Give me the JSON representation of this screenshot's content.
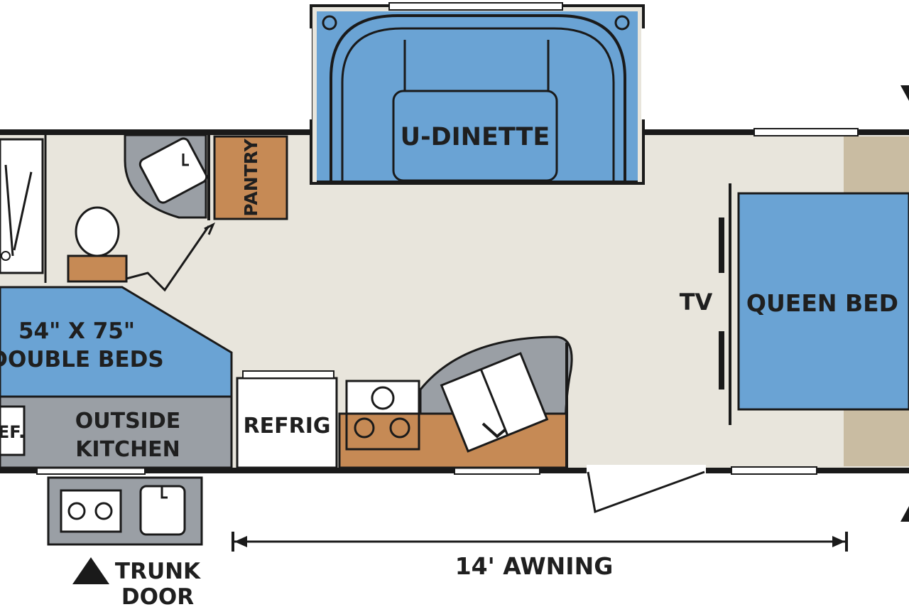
{
  "labels": {
    "u_dinette": "U-DINETTE",
    "pantry": "PANTRY",
    "queen_bed": "QUEEN BED",
    "tv": "TV",
    "bunk_size": "54\" X 75\"",
    "bunk_name": "DOUBLE BEDS",
    "outside_kitchen_line1": "OUTSIDE",
    "outside_kitchen_line2": "KITCHEN",
    "ref_partial": "EF.",
    "refrig": "REFRIG",
    "awning": "14' AWNING",
    "trunk_line1": "TRUNK",
    "trunk_line2": "DOOR"
  },
  "colors": {
    "bed_blue": "#6aa3d4",
    "floor": "#e8e5dc",
    "counter": "#c68a55",
    "gray": "#9a9fa5",
    "wall": "#1a1a1a",
    "tan": "#c9bca2"
  }
}
